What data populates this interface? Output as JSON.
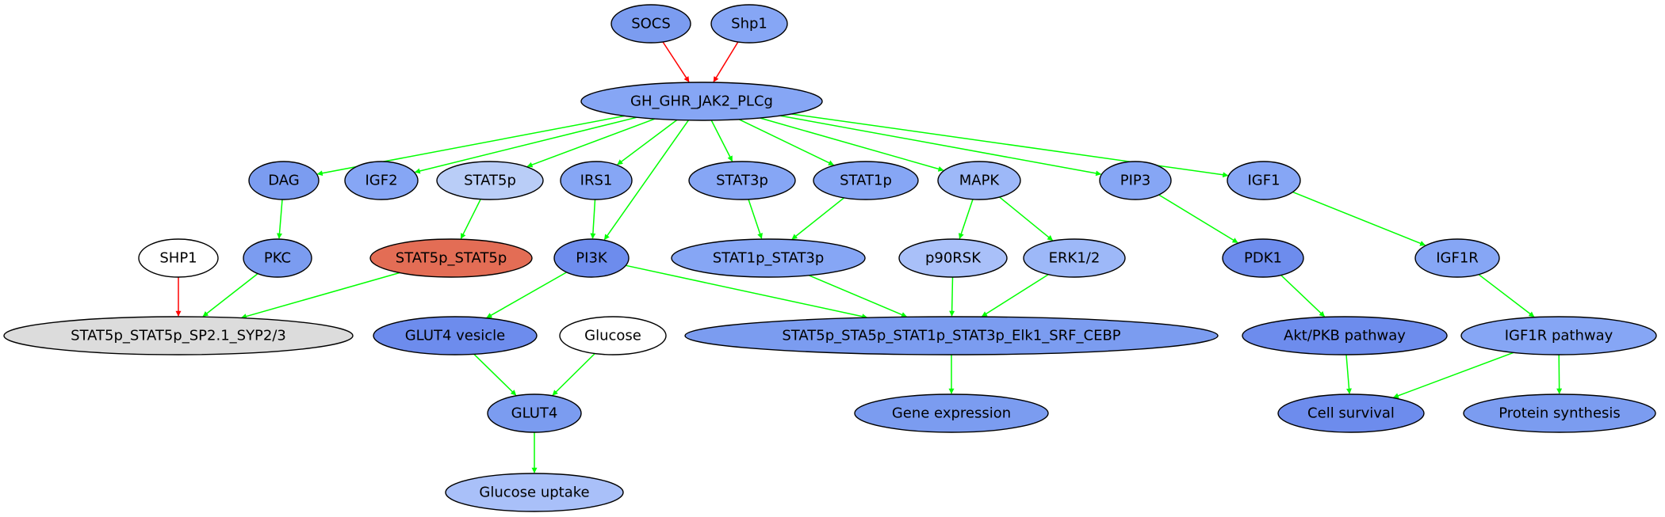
{
  "colors": {
    "activate": "#00ff00",
    "inhibit": "#ff0000"
  },
  "nodes": [
    {
      "id": "socs",
      "label": "SOCS",
      "fill": "#7b9cf0"
    },
    {
      "id": "shp1_top",
      "label": "Shp1",
      "fill": "#86a6f5"
    },
    {
      "id": "gh",
      "label": "GH_GHR_JAK2_PLCg",
      "fill": "#86a6f5"
    },
    {
      "id": "dag",
      "label": "DAG",
      "fill": "#7b9cf0"
    },
    {
      "id": "igf2",
      "label": "IGF2",
      "fill": "#86a6f5"
    },
    {
      "id": "stat5p",
      "label": "STAT5p",
      "fill": "#b9cdf7"
    },
    {
      "id": "irs1",
      "label": "IRS1",
      "fill": "#86a6f5"
    },
    {
      "id": "stat3p",
      "label": "STAT3p",
      "fill": "#86a6f5"
    },
    {
      "id": "stat1p",
      "label": "STAT1p",
      "fill": "#86a6f5"
    },
    {
      "id": "mapk",
      "label": "MAPK",
      "fill": "#9db8f8"
    },
    {
      "id": "pip3",
      "label": "PIP3",
      "fill": "#86a6f5"
    },
    {
      "id": "igf1",
      "label": "IGF1",
      "fill": "#86a6f5"
    },
    {
      "id": "shp1",
      "label": "SHP1",
      "fill": "#ffffff"
    },
    {
      "id": "pkc",
      "label": "PKC",
      "fill": "#7b9cf0"
    },
    {
      "id": "stat5p_stat5p",
      "label": "STAT5p_STAT5p",
      "fill": "#e36d55"
    },
    {
      "id": "pi3k",
      "label": "PI3K",
      "fill": "#6d8ced"
    },
    {
      "id": "stat1p_stat3p",
      "label": "STAT1p_STAT3p",
      "fill": "#86a6f5"
    },
    {
      "id": "p90rsk",
      "label": "p90RSK",
      "fill": "#a9c0f9"
    },
    {
      "id": "erk",
      "label": "ERK1/2",
      "fill": "#9db8f8"
    },
    {
      "id": "pdk1",
      "label": "PDK1",
      "fill": "#6d8ced"
    },
    {
      "id": "igf1r",
      "label": "IGF1R",
      "fill": "#86a6f5"
    },
    {
      "id": "stat5p_sp2",
      "label": "STAT5p_STAT5p_SP2.1_SYP2/3",
      "fill": "#dcdcdc"
    },
    {
      "id": "glut4_vesicle",
      "label": "GLUT4 vesicle",
      "fill": "#6d8ced"
    },
    {
      "id": "glucose",
      "label": "Glucose",
      "fill": "#ffffff"
    },
    {
      "id": "stat5p_sta5p",
      "label": "STAT5p_STA5p_STAT1p_STAT3p_Elk1_SRF_CEBP",
      "fill": "#7b9cf0"
    },
    {
      "id": "akt",
      "label": "Akt/PKB pathway",
      "fill": "#6d8ced"
    },
    {
      "id": "igf1r_pathway",
      "label": "IGF1R  pathway",
      "fill": "#86a6f5"
    },
    {
      "id": "glut4",
      "label": "GLUT4",
      "fill": "#7b9cf0"
    },
    {
      "id": "gene_expression",
      "label": "Gene expression",
      "fill": "#7b9cf0"
    },
    {
      "id": "cell_survival",
      "label": "Cell survival",
      "fill": "#6d8ced"
    },
    {
      "id": "protein_synthesis",
      "label": "Protein synthesis",
      "fill": "#7b9cf0"
    },
    {
      "id": "glucose_uptake",
      "label": "Glucose uptake",
      "fill": "#a9c0f9"
    }
  ],
  "edges": [
    {
      "from": "socs",
      "to": "gh",
      "type": "inhibit"
    },
    {
      "from": "shp1_top",
      "to": "gh",
      "type": "inhibit"
    },
    {
      "from": "gh",
      "to": "dag",
      "type": "activate"
    },
    {
      "from": "gh",
      "to": "igf2",
      "type": "activate"
    },
    {
      "from": "gh",
      "to": "stat5p",
      "type": "activate"
    },
    {
      "from": "gh",
      "to": "irs1",
      "type": "activate"
    },
    {
      "from": "gh",
      "to": "pi3k",
      "type": "activate"
    },
    {
      "from": "gh",
      "to": "stat3p",
      "type": "activate"
    },
    {
      "from": "gh",
      "to": "stat1p",
      "type": "activate"
    },
    {
      "from": "gh",
      "to": "mapk",
      "type": "activate"
    },
    {
      "from": "gh",
      "to": "pip3",
      "type": "activate"
    },
    {
      "from": "gh",
      "to": "igf1",
      "type": "activate"
    },
    {
      "from": "dag",
      "to": "pkc",
      "type": "activate"
    },
    {
      "from": "stat5p",
      "to": "stat5p_stat5p",
      "type": "activate"
    },
    {
      "from": "irs1",
      "to": "pi3k",
      "type": "activate"
    },
    {
      "from": "stat3p",
      "to": "stat1p_stat3p",
      "type": "activate"
    },
    {
      "from": "stat1p",
      "to": "stat1p_stat3p",
      "type": "activate"
    },
    {
      "from": "mapk",
      "to": "p90rsk",
      "type": "activate"
    },
    {
      "from": "mapk",
      "to": "erk",
      "type": "activate"
    },
    {
      "from": "pip3",
      "to": "pdk1",
      "type": "activate"
    },
    {
      "from": "igf1",
      "to": "igf1r",
      "type": "activate"
    },
    {
      "from": "shp1",
      "to": "stat5p_sp2",
      "type": "inhibit"
    },
    {
      "from": "pkc",
      "to": "stat5p_sp2",
      "type": "activate"
    },
    {
      "from": "stat5p_stat5p",
      "to": "stat5p_sp2",
      "type": "activate"
    },
    {
      "from": "pi3k",
      "to": "glut4_vesicle",
      "type": "activate"
    },
    {
      "from": "pi3k",
      "to": "stat5p_sta5p",
      "type": "activate"
    },
    {
      "from": "stat1p_stat3p",
      "to": "stat5p_sta5p",
      "type": "activate"
    },
    {
      "from": "p90rsk",
      "to": "stat5p_sta5p",
      "type": "activate"
    },
    {
      "from": "erk",
      "to": "stat5p_sta5p",
      "type": "activate"
    },
    {
      "from": "pdk1",
      "to": "akt",
      "type": "activate"
    },
    {
      "from": "igf1r",
      "to": "igf1r_pathway",
      "type": "activate"
    },
    {
      "from": "glut4_vesicle",
      "to": "glut4",
      "type": "activate"
    },
    {
      "from": "glucose",
      "to": "glut4",
      "type": "activate"
    },
    {
      "from": "stat5p_sta5p",
      "to": "gene_expression",
      "type": "activate"
    },
    {
      "from": "akt",
      "to": "cell_survival",
      "type": "activate"
    },
    {
      "from": "igf1r_pathway",
      "to": "cell_survival",
      "type": "activate"
    },
    {
      "from": "igf1r_pathway",
      "to": "protein_synthesis",
      "type": "activate"
    },
    {
      "from": "glut4",
      "to": "glucose_uptake",
      "type": "activate"
    }
  ]
}
